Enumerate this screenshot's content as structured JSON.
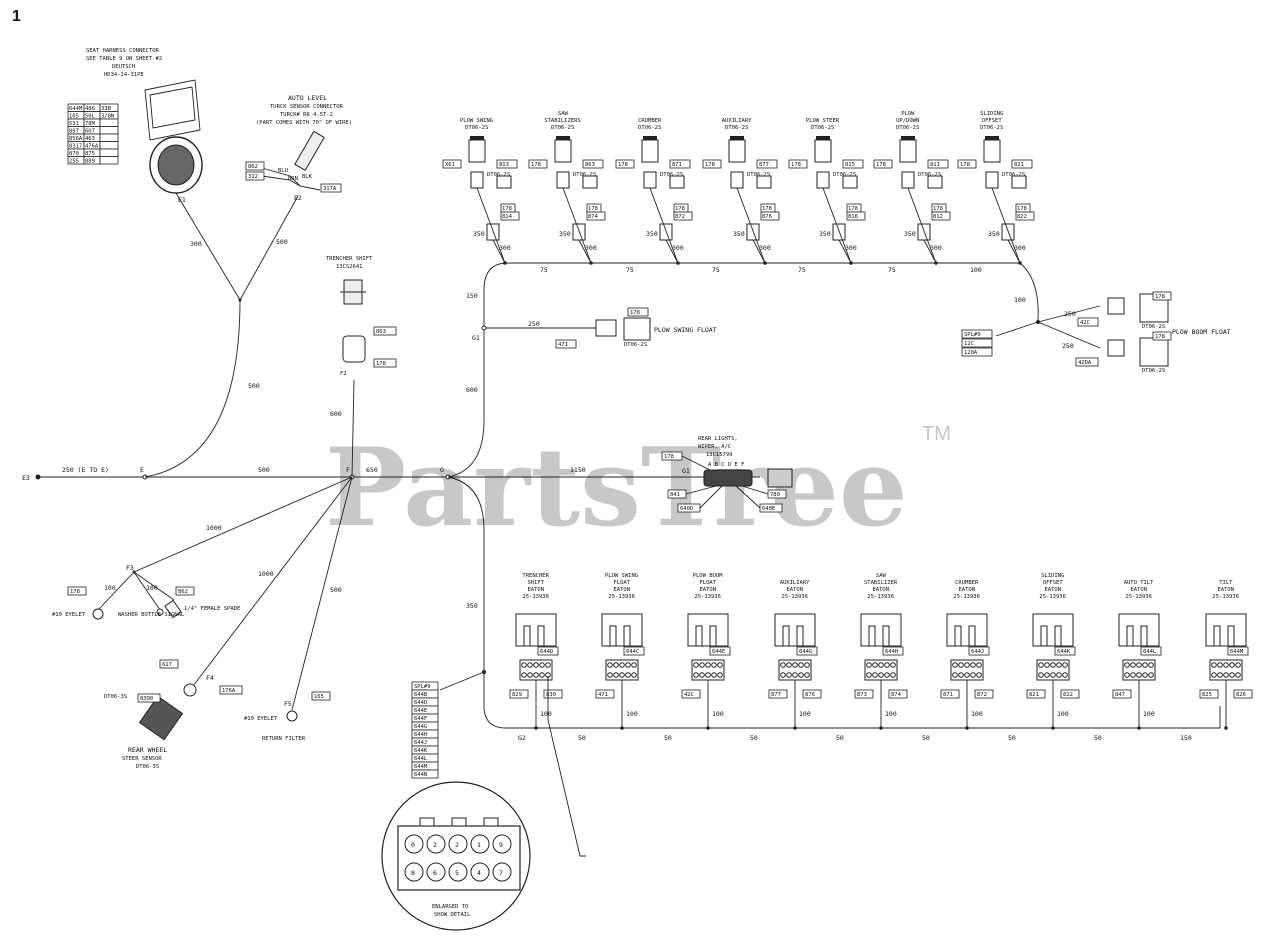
{
  "page_number": "1",
  "watermark": {
    "text": "PartsTree",
    "trademark": "TM"
  },
  "seat_connector": {
    "title_lines": [
      "SEAT HARNESS CONNECTOR",
      "SEE TABLE 9 ON SHEET #2",
      "DEUTSCH",
      "HD34-24-31PE"
    ],
    "label": "E1",
    "table": [
      [
        "644M",
        "486",
        "33B"
      ],
      [
        "105",
        "50L",
        "3/8N"
      ],
      [
        "531",
        "78M",
        ""
      ],
      [
        "897",
        "607",
        ""
      ],
      [
        "856A",
        "463",
        ""
      ],
      [
        "8317",
        "476A",
        ""
      ],
      [
        "870",
        "875",
        ""
      ],
      [
        "255",
        "889",
        ""
      ]
    ]
  },
  "auto_level": {
    "title_lines": [
      "AUTO LEVEL",
      "TURCK SENSOR CONNECTOR",
      "TURCK# RK 4.5T-2",
      "(PART COMES WITH 70\" OF WIRE)"
    ],
    "label": "E2",
    "wires": [
      "862",
      "312",
      "317A",
      "BLU",
      "BRN",
      "BLK"
    ]
  },
  "trencher_shift": {
    "title_lines": [
      "TRENCHER SHIFT",
      "13CS2641"
    ],
    "label": "F2",
    "wires": [
      "863",
      "178"
    ]
  },
  "top_connectors": [
    {
      "title": [
        "PLOW SWING",
        "DT06-2S"
      ],
      "wires": [
        "X61",
        "813"
      ],
      "sub": "DT06-2S",
      "lower": [
        "178",
        "814"
      ]
    },
    {
      "title": [
        "SAW",
        "STABILIZERS",
        "DT06-2S"
      ],
      "wires": [
        "178",
        "863"
      ],
      "sub": "DT06-2S",
      "lower": [
        "178",
        "874"
      ]
    },
    {
      "title": [
        "CRUMBER",
        "DT06-2S"
      ],
      "wires": [
        "178",
        "871"
      ],
      "sub": "DT06-2S",
      "lower": [
        "178",
        "872"
      ]
    },
    {
      "title": [
        "AUXILIARY",
        "DT06-2S"
      ],
      "wires": [
        "178",
        "877"
      ],
      "sub": "DT06-2S",
      "lower": [
        "178",
        "876"
      ]
    },
    {
      "title": [
        "PLOW STEER",
        "DT06-2S"
      ],
      "wires": [
        "178",
        "815"
      ],
      "sub": "DT06-2S",
      "lower": [
        "178",
        "816"
      ]
    },
    {
      "title": [
        "PLOW",
        "UP/DOWN",
        "DT06-2S"
      ],
      "wires": [
        "178",
        "811"
      ],
      "sub": "DT06-2S",
      "lower": [
        "178",
        "812"
      ]
    },
    {
      "title": [
        "SLIDING",
        "OFFSET",
        "DT06-2S"
      ],
      "wires": [
        "178",
        "821"
      ],
      "sub": "DT06-2S",
      "lower": [
        "178",
        "822"
      ]
    }
  ],
  "top_bus": {
    "drop_lengths": [
      "350",
      "300"
    ],
    "segments": [
      "75",
      "75",
      "75",
      "75",
      "75",
      "100"
    ]
  },
  "plow_swing_float": {
    "label": "PLOW SWING FLOAT",
    "connector": "DT06-2S",
    "wires": [
      "178",
      "471"
    ],
    "length": "250",
    "node": "G1"
  },
  "plow_boom_float": {
    "label": "PLOW BOOM FLOAT",
    "connectors": [
      "DT06-2S",
      "DT06-2S"
    ],
    "wires": [
      "178",
      "42C",
      "178",
      "42DA"
    ],
    "lengths": [
      "100",
      "250",
      "250"
    ],
    "splice": [
      "SPL#9",
      "12C",
      "120A"
    ]
  },
  "rear_lights": {
    "title_lines": [
      "REAR LIGHTS,",
      "WIPER, A/C",
      "13C15799"
    ],
    "label": "G1",
    "pins": "A B C D E F",
    "wires": [
      "178",
      "841",
      "640D",
      "780",
      "640E"
    ]
  },
  "main_line": {
    "start": "E3",
    "segment_labels": [
      "250 (E TO E)",
      "500",
      "650",
      "1150"
    ],
    "nodes": [
      "E",
      "F",
      "G"
    ],
    "vertical_lengths": [
      "150",
      "600",
      "600",
      "300",
      "500",
      "350"
    ]
  },
  "f3_branch": {
    "label": "F3",
    "length": "1000",
    "sub_lengths": [
      "100",
      "100"
    ],
    "items": [
      "#10 EYELET",
      "WASHER BOTTLE SIGNAL",
      "1/4\" FEMALE SPADE"
    ],
    "wires": [
      "178",
      "862"
    ]
  },
  "f4_branch": {
    "label": "F4",
    "length": "1000",
    "connector": "DT06-3S",
    "wires": [
      "617",
      "176A",
      "8390"
    ],
    "title_lines": [
      "REAR WHEEL",
      "STEER SENSOR",
      "DT06-3S"
    ]
  },
  "f5_branch": {
    "label": "F5",
    "length": "500",
    "item": "#10 EYELET",
    "title": "RETURN FILTER",
    "wire": "165"
  },
  "bottom_connectors": [
    {
      "title": [
        "TRENCHER",
        "SHIFT",
        "EATON",
        "25-13936"
      ],
      "top": "644D",
      "left": "829",
      "right": "830"
    },
    {
      "title": [
        "PLOW SWING",
        "FLOAT",
        "EATON",
        "25-13936"
      ],
      "top": "644C",
      "left": "471",
      "right": ""
    },
    {
      "title": [
        "PLOW BOOM",
        "FLOAT",
        "EATON",
        "25-13936"
      ],
      "top": "644E",
      "left": "42C",
      "right": ""
    },
    {
      "title": [
        "AUXILIARY",
        "EATON",
        "25-13936"
      ],
      "top": "644G",
      "left": "877",
      "right": "876"
    },
    {
      "title": [
        "SAW",
        "STABILIZER",
        "EATON",
        "25-13936"
      ],
      "top": "644H",
      "left": "873",
      "right": "874"
    },
    {
      "title": [
        "CRUMBER",
        "EATON",
        "25-13936"
      ],
      "top": "644J",
      "left": "871",
      "right": "872"
    },
    {
      "title": [
        "SLIDING",
        "OFFSET",
        "EATON",
        "25-13936"
      ],
      "top": "644K",
      "left": "821",
      "right": "822"
    },
    {
      "title": [
        "AUTO TILT",
        "EATON",
        "25-13936"
      ],
      "top": "644L",
      "left": "847",
      "right": ""
    },
    {
      "title": [
        "TILT",
        "EATON",
        "25-13936"
      ],
      "top": "644M",
      "left": "825",
      "right": "826"
    }
  ],
  "bottom_bus": {
    "node": "G2",
    "drop_length": "100",
    "segments": [
      "50",
      "50",
      "50",
      "50",
      "50",
      "50",
      "50",
      "150"
    ],
    "splice_list": [
      "SPL#9",
      "644B",
      "644D",
      "644E",
      "644F",
      "644G",
      "644H",
      "644J",
      "644K",
      "644L",
      "644M",
      "644N"
    ]
  },
  "detail": {
    "pins_top": [
      "0",
      "2",
      "2",
      "1",
      "9"
    ],
    "pins_bottom": [
      "8",
      "6",
      "5",
      "4",
      "7"
    ],
    "caption_lines": [
      "ENLARGED TO",
      "SHOW DETAIL"
    ]
  }
}
